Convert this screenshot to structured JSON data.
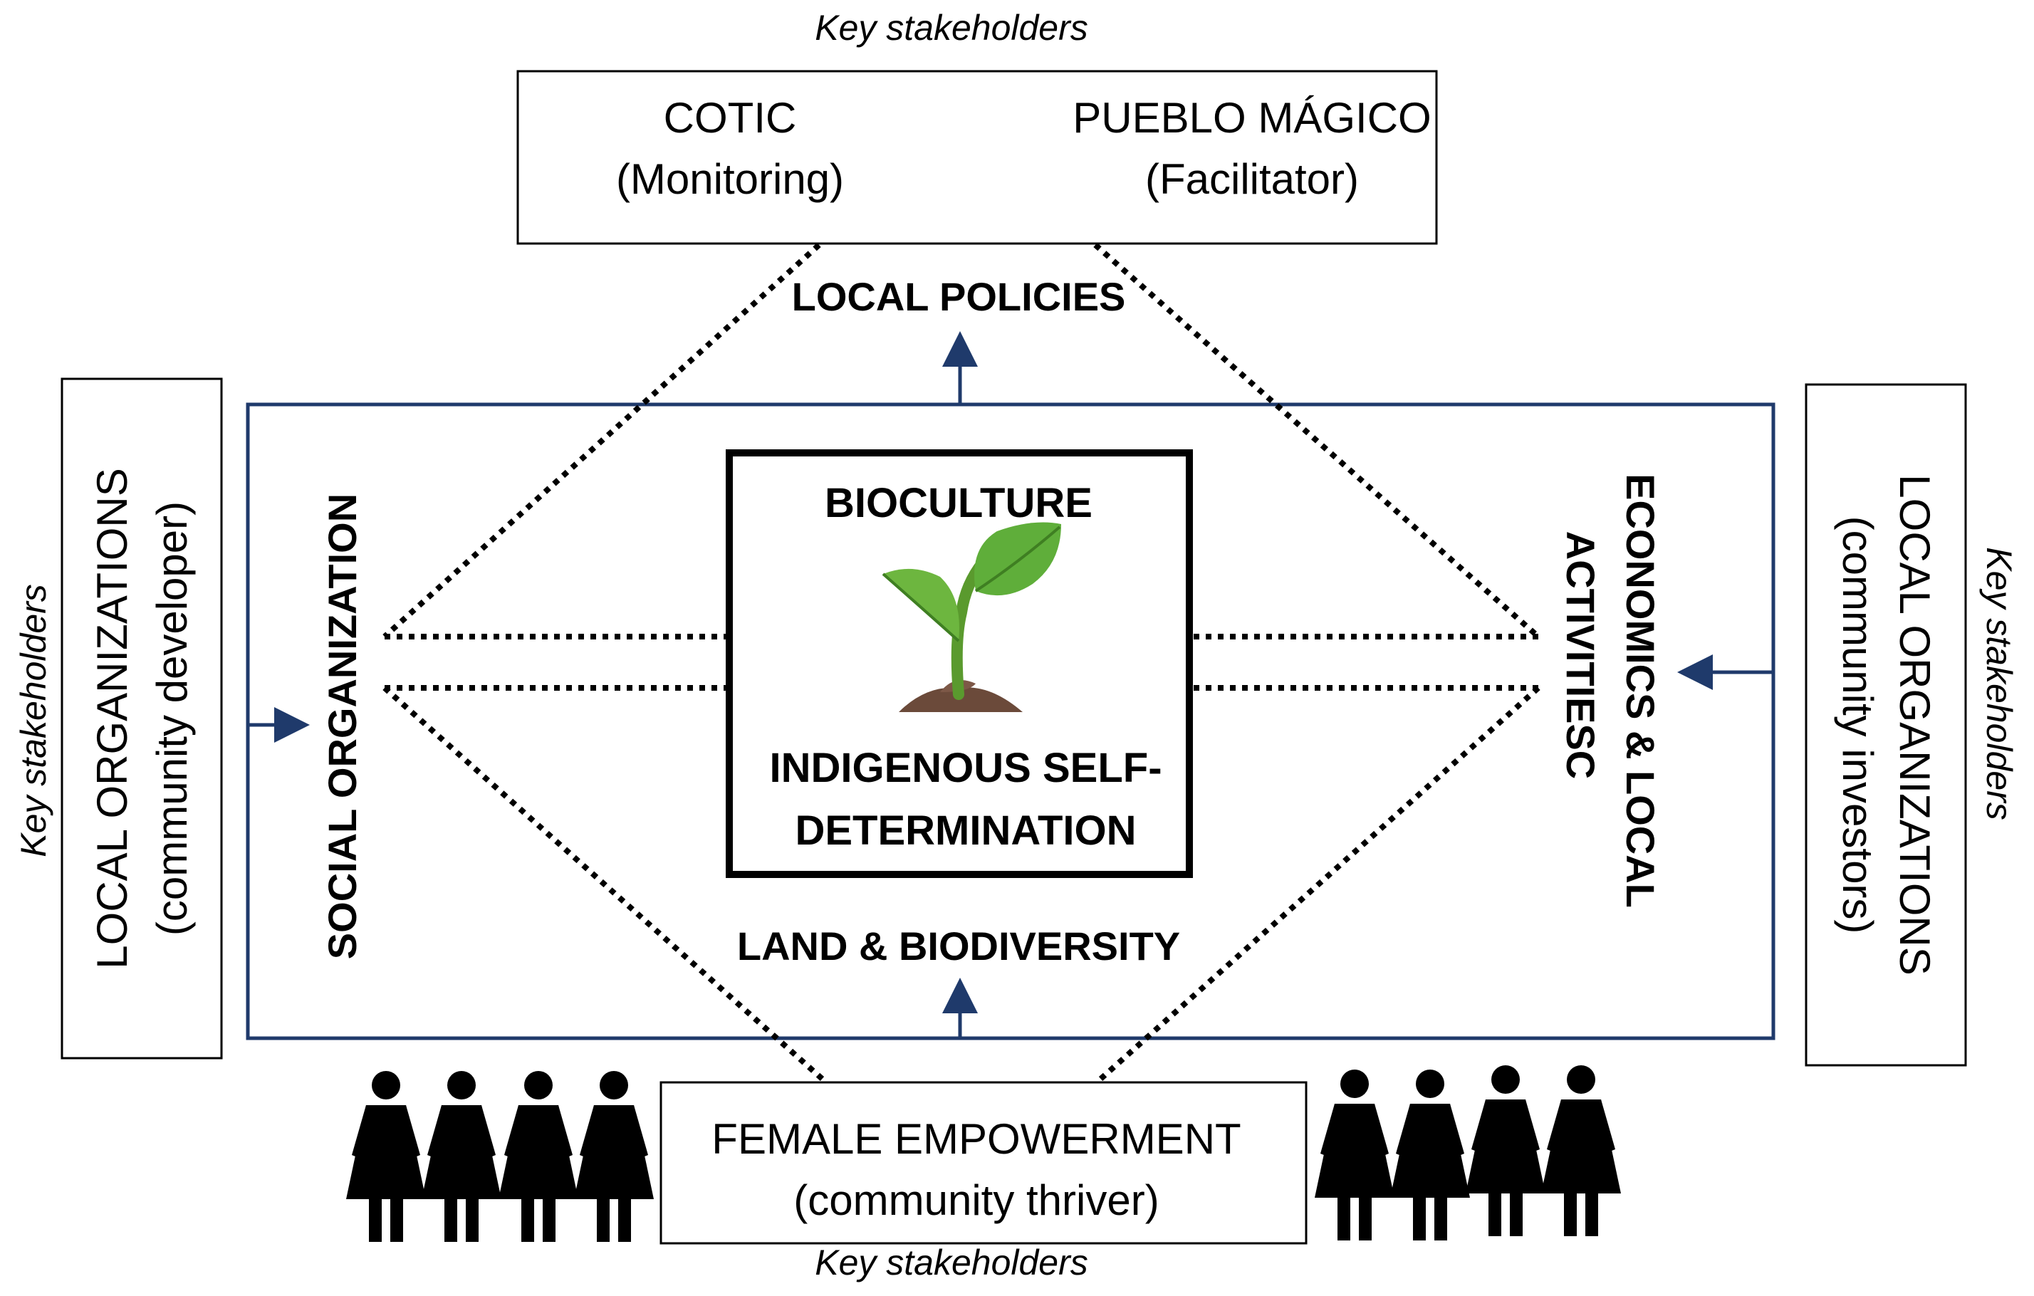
{
  "top": {
    "caption": "Key stakeholders",
    "left_title": "COTIC",
    "left_role": "(Monitoring)",
    "right_title": "PUEBLO MÁGICO",
    "right_role": "(Facilitator)"
  },
  "left": {
    "caption": "Key stakeholders",
    "title": "LOCAL ORGANIZATIONS",
    "role": "(community developer)"
  },
  "right": {
    "caption": "Key stakeholders",
    "title": "LOCAL ORGANIZATIONS",
    "role": "(community investors)"
  },
  "bottom": {
    "caption": "Key stakeholders",
    "title": "FEMALE EMPOWERMENT",
    "role": "(community thriver)"
  },
  "diamond": {
    "top_label": "LOCAL POLICIES",
    "bottom_label": "LAND & BIODIVERSITY",
    "left_label": "SOCIAL ORGANIZATION",
    "right_label_line1": "ECONOMICS & LOCAL",
    "right_label_line2": "ACTIVITIESC"
  },
  "center": {
    "title": "BIOCULTURE",
    "subtitle_line1": "INDIGENOUS SELF-",
    "subtitle_line2": "DETERMINATION",
    "icon": "seedling-icon"
  },
  "colors": {
    "frame_blue": "#1f3a6b",
    "leaf_green": "#5fae3a",
    "soil_brown": "#6b4a3a"
  }
}
